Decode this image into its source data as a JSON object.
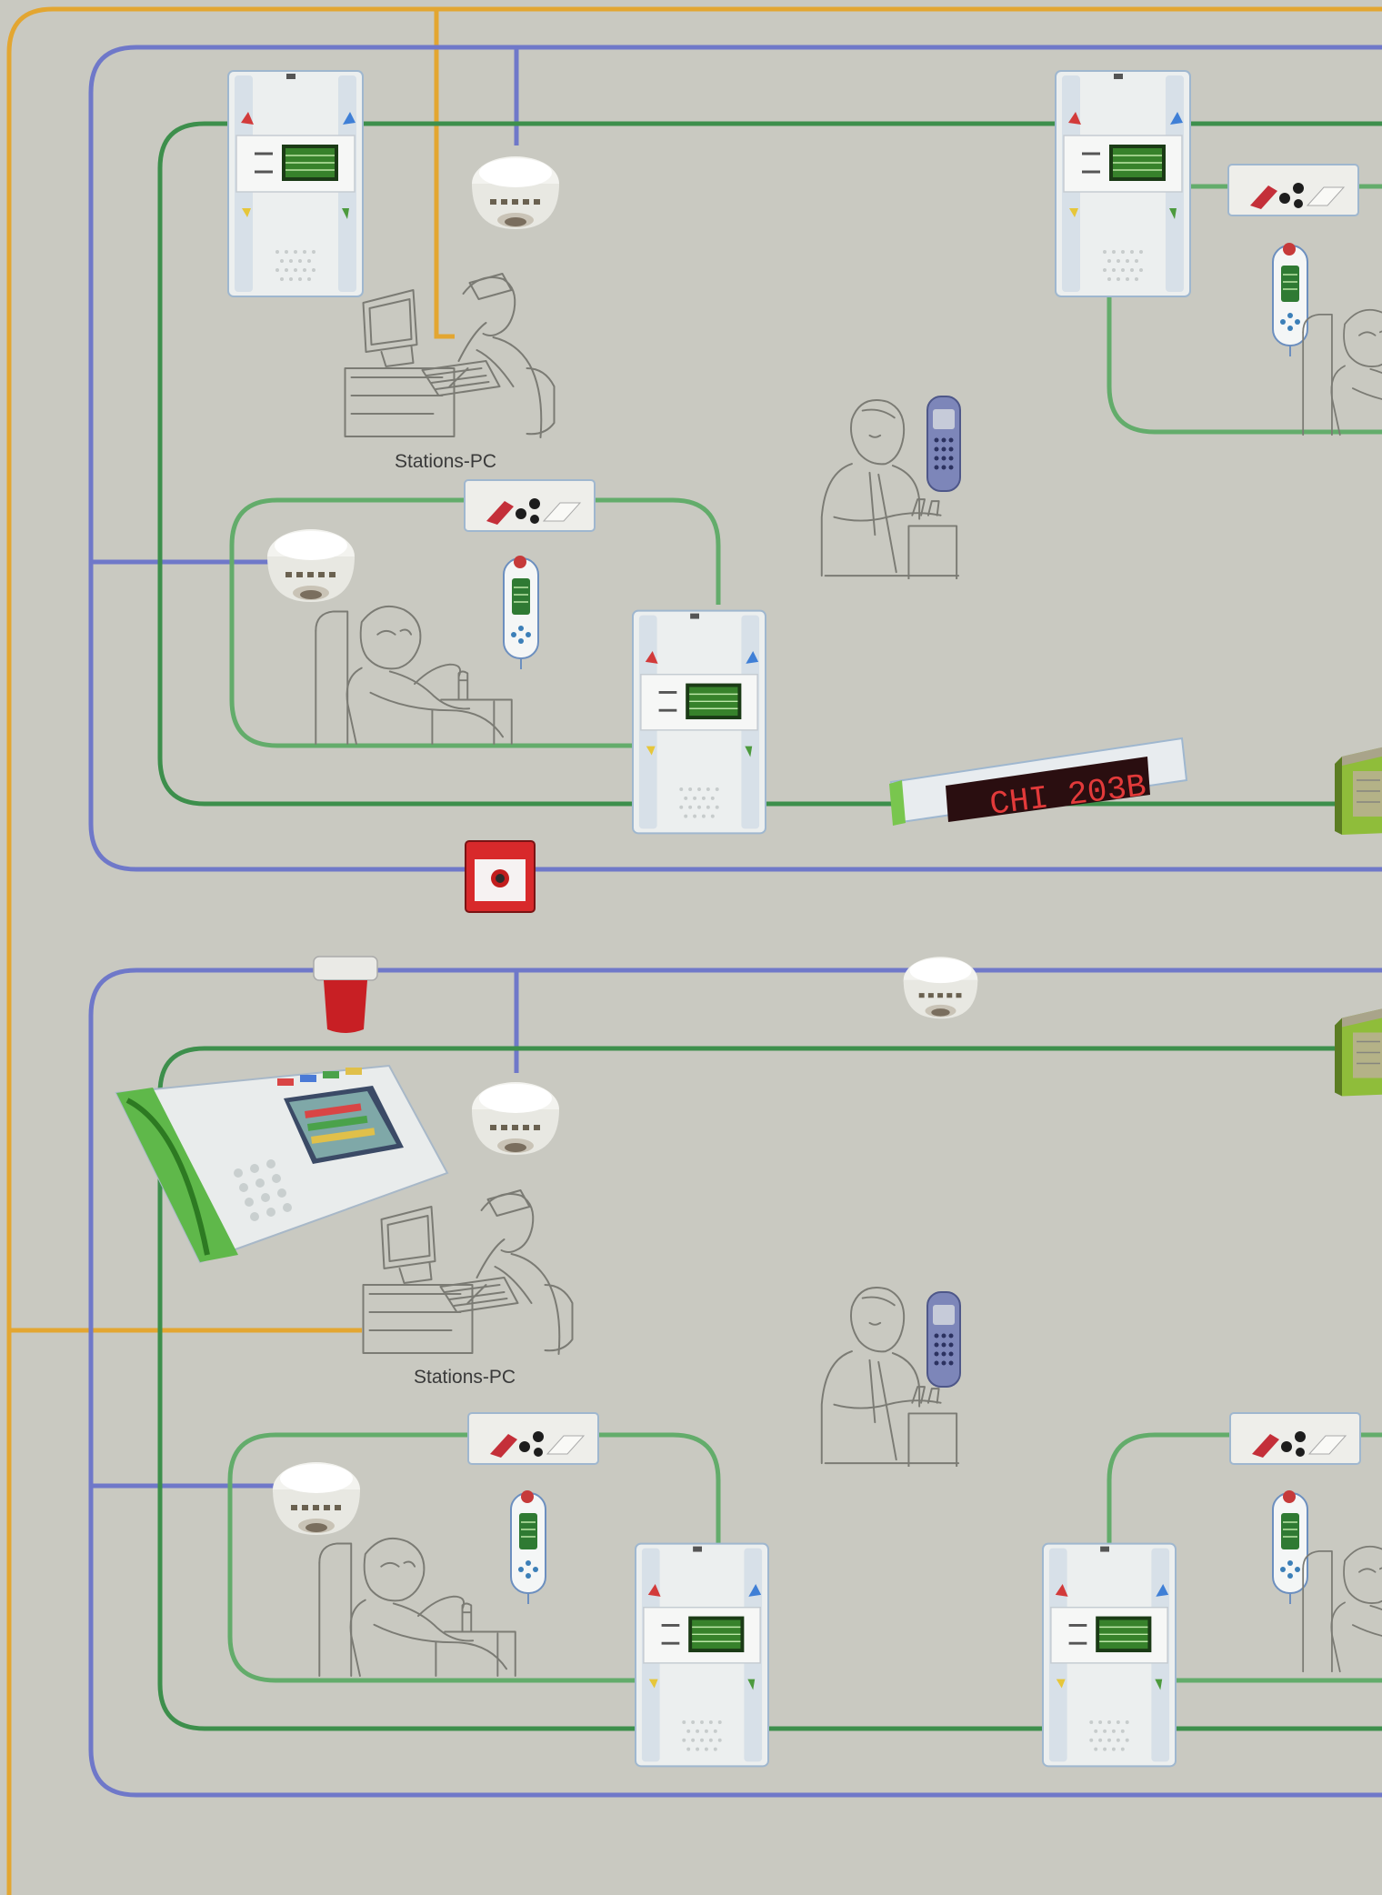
{
  "diagram": {
    "labels": {
      "pc_top": "Stations-PC",
      "pc_bottom": "Stations-PC"
    },
    "display_text": "CHI 203B",
    "colors": {
      "background": "#c9c9c1",
      "orange_bus": "#e3a631",
      "blue_bus": "#6f78c9",
      "dark_green_bus": "#3d8f4c",
      "light_green_bus": "#63ac6b",
      "led_red": "#e23a3a"
    },
    "icons": [
      "nurse-call-panel-icon",
      "smoke-detector-icon",
      "call-module-icon",
      "handset-remote-icon",
      "dect-phone-icon",
      "led-display-icon",
      "fire-alarm-button-icon",
      "alarm-sounder-icon",
      "desk-console-icon",
      "server-unit-icon",
      "nurse-at-pc-sketch",
      "patient-in-bed-sketch",
      "nurse-with-phone-sketch"
    ]
  }
}
